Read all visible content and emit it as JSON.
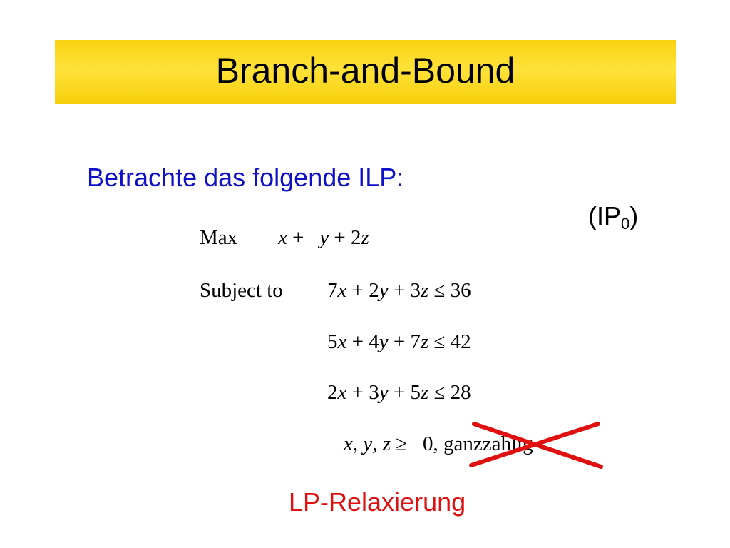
{
  "slide": {
    "title": "Branch-and-Bound",
    "intro": "Betrachte das folgende ILP:",
    "problem_label": {
      "prefix": "(IP",
      "subscript": "0",
      "suffix": ")"
    },
    "objective": {
      "keyword": "Max",
      "terms": [
        "x",
        "+",
        "y",
        "+ 2",
        "z"
      ]
    },
    "constraint_keyword": "Subject to",
    "constraints": [
      {
        "c1": "7",
        "v1": "x",
        "c2": " + 2",
        "v2": "y",
        "c3": " + 3",
        "v3": "z",
        "rel": " ≤ 36"
      },
      {
        "c1": "5",
        "v1": "x",
        "c2": " + 4",
        "v2": "y",
        "c3": " + 7",
        "v3": "z",
        "rel": " ≤ 42"
      },
      {
        "c1": "2",
        "v1": "x",
        "c2": " + 3",
        "v2": "y",
        "c3": " + 5",
        "v3": "z",
        "rel": " ≤ 28"
      }
    ],
    "domain": {
      "vars": [
        "x",
        "y",
        "z"
      ],
      "sep": ", ",
      "rel": " ≥   0, ",
      "integrality": "ganzzahlig"
    },
    "relaxation_label": "LP-Relaxierung",
    "colors": {
      "title_bar": "#f8d210",
      "intro_text": "#1010c8",
      "cross": "#e01010",
      "relaxation_text": "#e01010"
    },
    "icons": {
      "strike": "red-cross-icon"
    }
  }
}
